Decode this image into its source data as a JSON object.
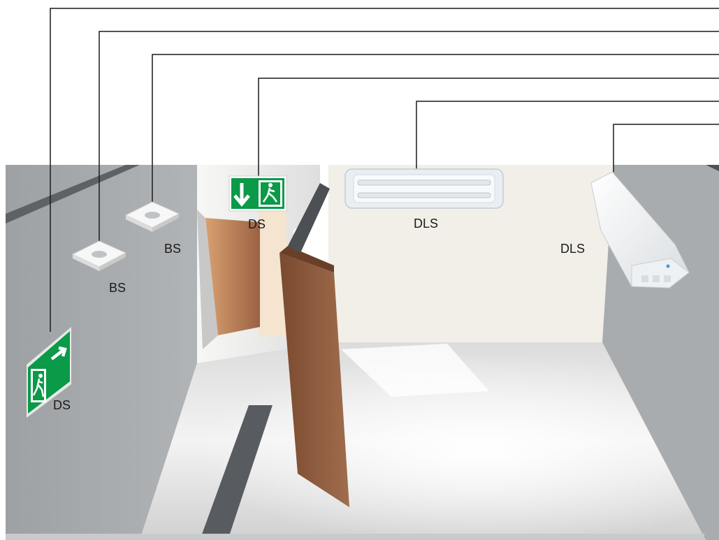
{
  "labels": {
    "ds_wall_left": "DS",
    "bs_lower": "BS",
    "bs_upper": "BS",
    "ds_center": "DS",
    "dls_ceiling": "DLS",
    "dls_wall_right": "DLS"
  },
  "colors": {
    "leader_line": "#1a1a1a",
    "sign_green": "#0a9a48",
    "wall_grey": "#a9acae",
    "back_wall": "#f1efe8",
    "floor": "#eeeeee",
    "door_wood": "#8a5a3c"
  },
  "icons": [
    "running-man-exit-icon",
    "arrow-right-icon",
    "arrow-down-icon"
  ]
}
